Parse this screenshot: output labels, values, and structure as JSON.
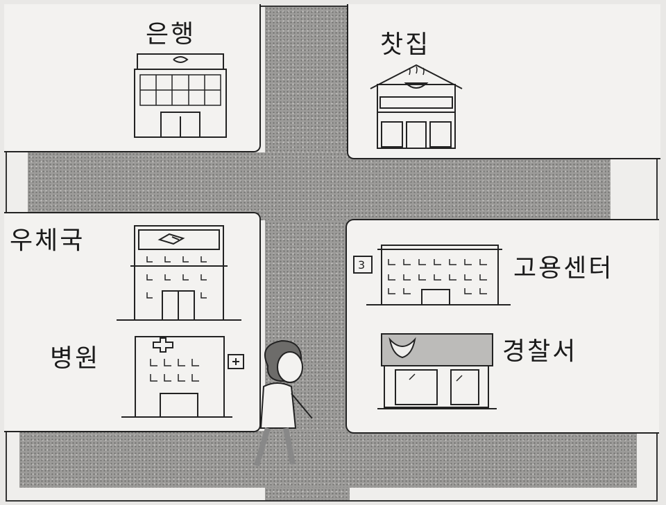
{
  "map": {
    "labels": {
      "bank": "은행",
      "teahouse": "찻집",
      "post_office": "우체국",
      "employment_center": "고용센터",
      "hospital": "병원",
      "police_station": "경찰서"
    }
  }
}
